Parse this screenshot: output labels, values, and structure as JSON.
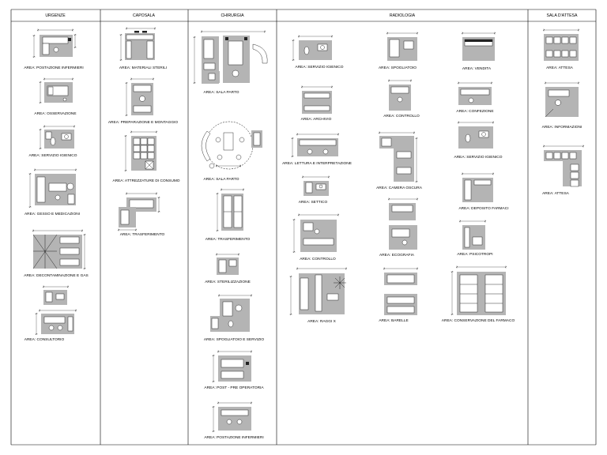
{
  "sheet": {
    "columns": [
      {
        "header": "URGENZE",
        "areas": [
          "AREA: POSTAZIONE INFERMIERI",
          "AREA: OSSERVAZIONE",
          "AREA: SERVIZIO IGIENICO",
          "AREA: GESSO E MEDICAZIONI",
          "AREA: DECONTAMINAZIONE E GAS",
          "AREA: CONSULTORIO"
        ]
      },
      {
        "header": "CAPOSALA",
        "areas": [
          "AREA: MATERIALI STERILI",
          "AREA: PREPARAZIONE E MONTAGGIO",
          "AREA: ATTREZZATURE DI CONSUMO",
          "AREA: TRASFERIMENTO"
        ]
      },
      {
        "header": "CHIRURGIA",
        "areas": [
          "AREA: SALA PARTO",
          "AREA: SALA PARTO",
          "AREA: TRASFERIMENTO",
          "AREA: STERILIZZAZIONE",
          "AREA: SPOGLIATOIO E SERVIZIO",
          "AREA: POST - PRE OPERATORIA",
          "AREA: POSTAZIONE INFERMIERI"
        ]
      },
      {
        "header": "RADIOLOGIA",
        "areas": [
          "AREA: SERVIZIO IGIENICO",
          "AREA: ARCHIVIO",
          "AREA: LETTURA E INTERPRETAZIONE",
          "AREA: SETTICO",
          "AREA: CONTROLLO",
          "AREA: RAGGI X",
          "AREA: SPOGLIATOIO",
          "AREA: CONTROLLO",
          "AREA: CAMERA OSCURA",
          "AREA: ECOGRAFIA",
          "AREA: BARELLE",
          "AREA: VENDITA",
          "AREA: CONFEZIONE",
          "AREA: SERVIZIO IGIENICO",
          "AREA: DEPOSITO FARMACI",
          "AREA: PSICOTROPI",
          "AREA: CONSERVAZIONE DEL FARMACO"
        ]
      },
      {
        "header": "SALA D'ATTESA",
        "areas": [
          "AREA: ATTESA",
          "AREA: INFORMAZIONI",
          "AREA: ATTESA"
        ]
      }
    ]
  },
  "colors": {
    "floor": "#b4b4b4",
    "furniture": "#ffffff",
    "line": "#000000",
    "dark": "#222222"
  }
}
